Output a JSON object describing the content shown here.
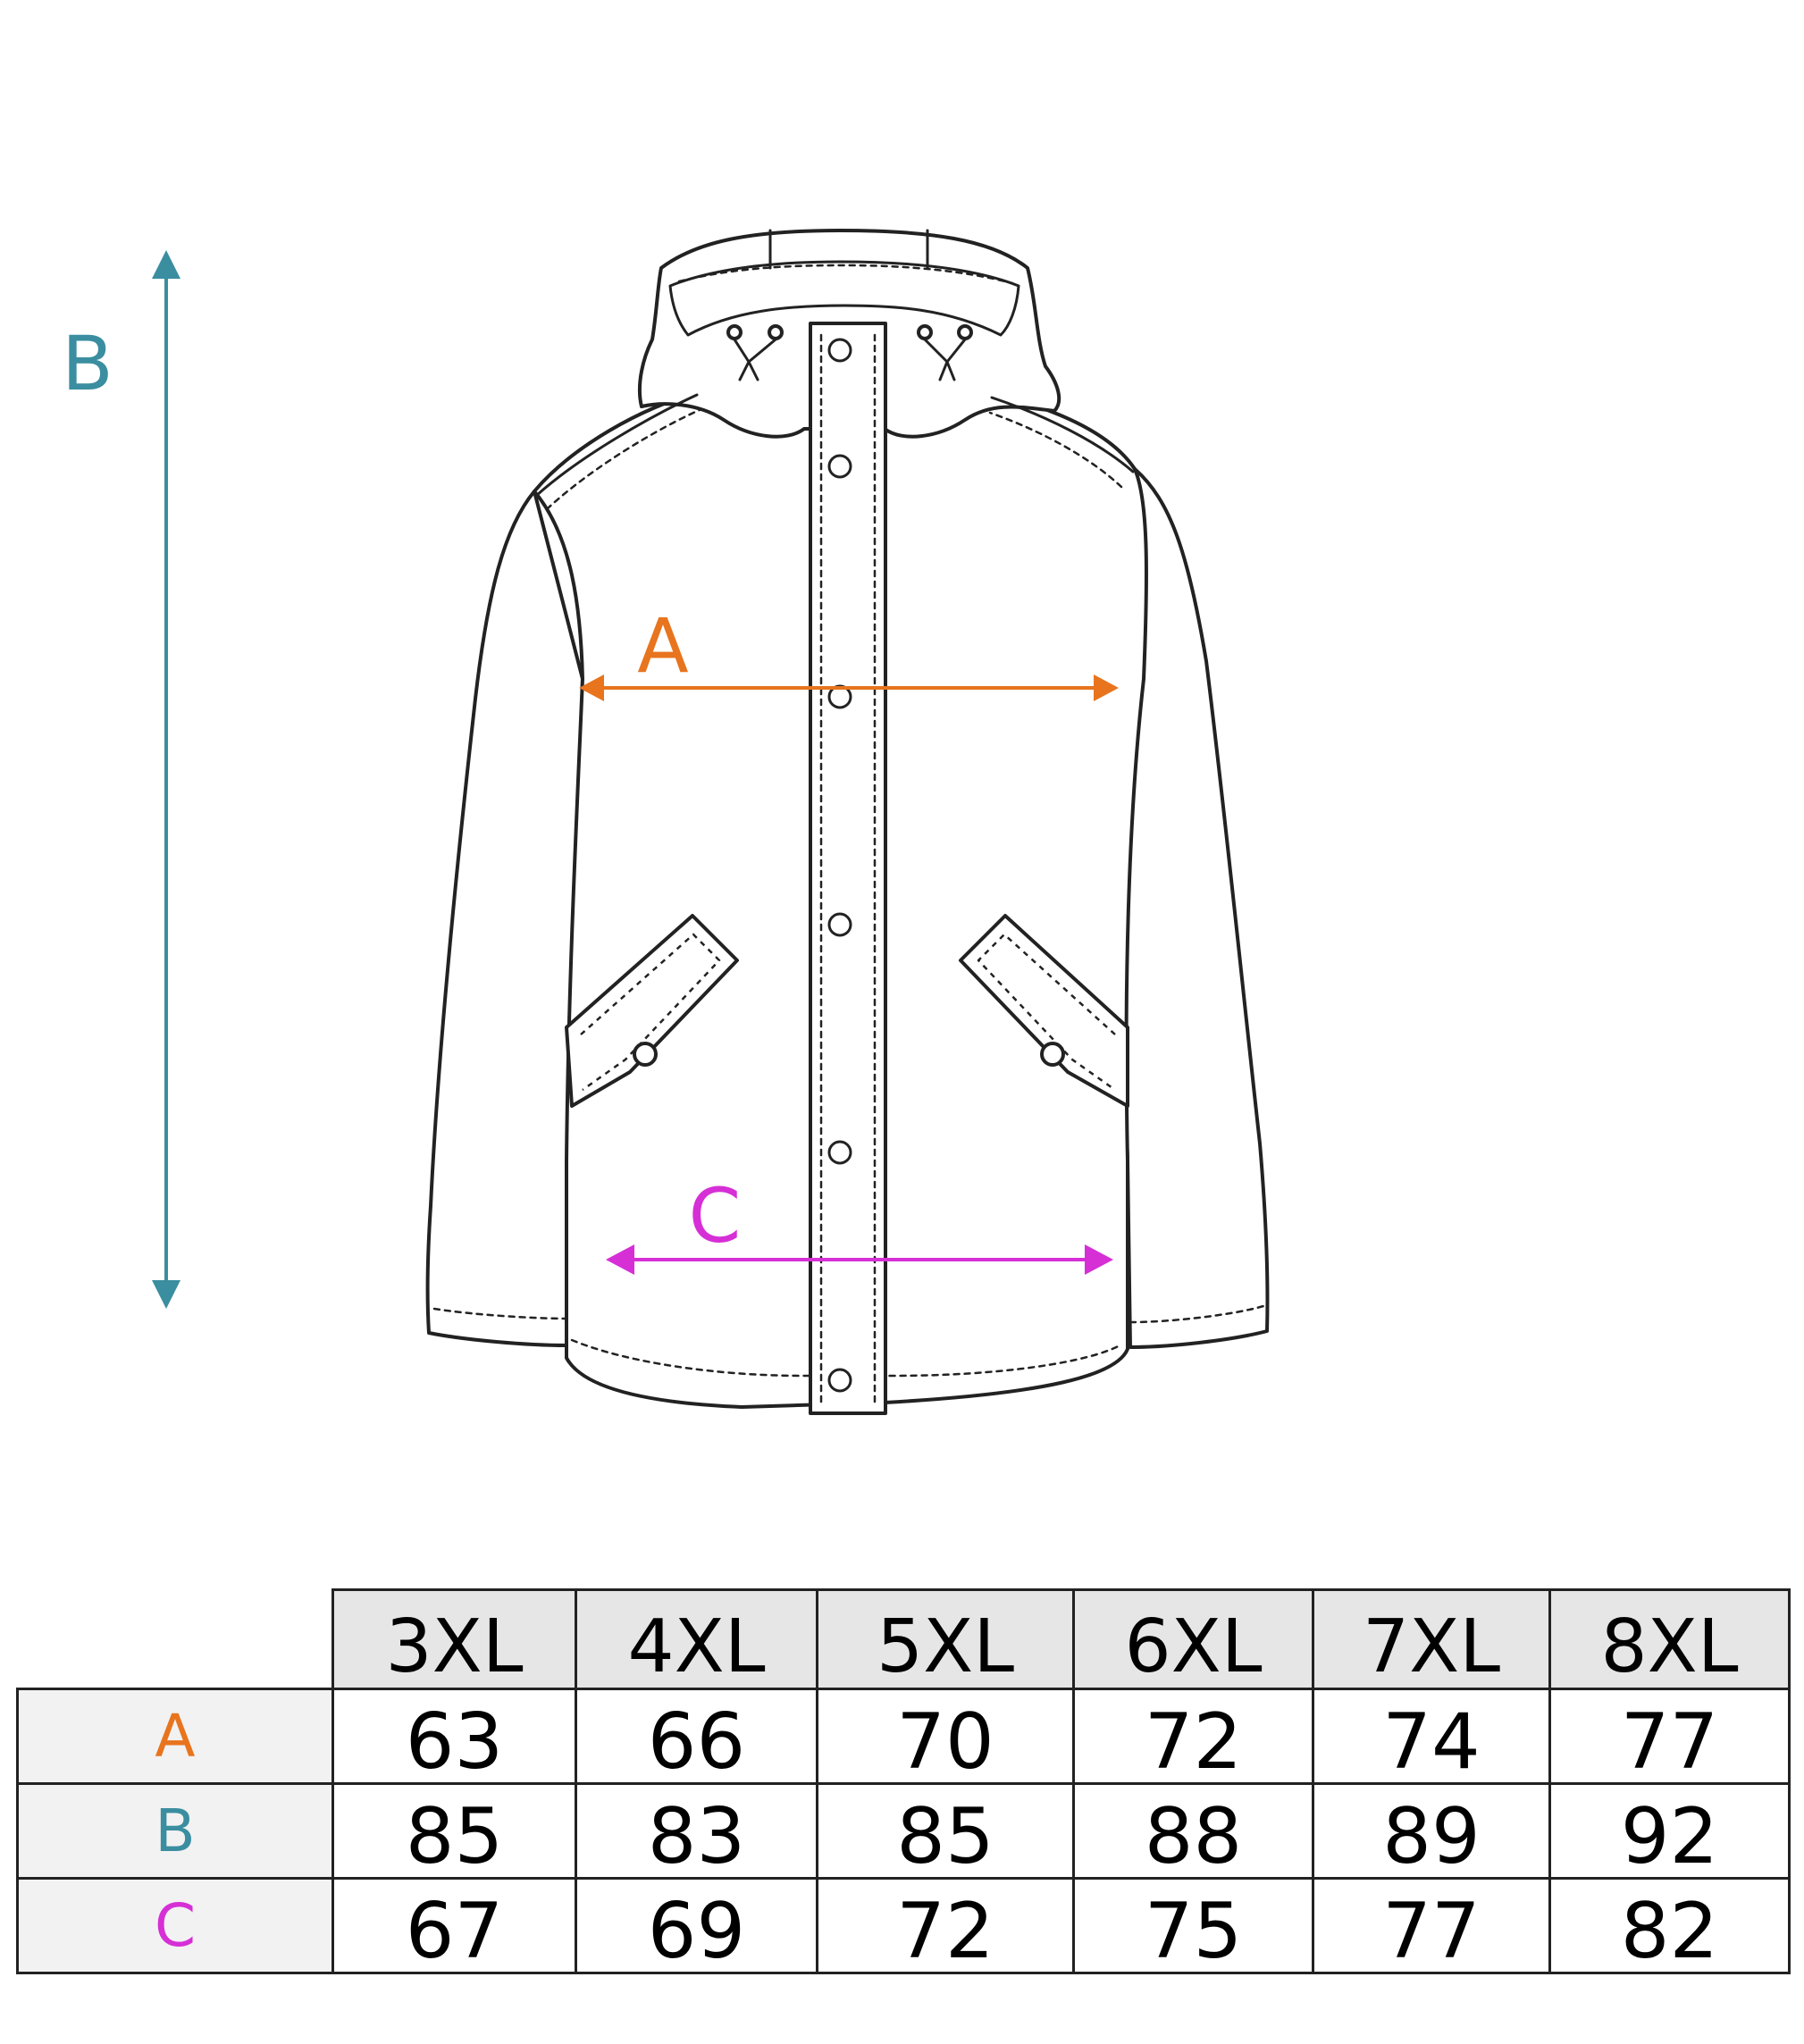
{
  "labels": {
    "width_label": "A",
    "length_label": "B",
    "hem_label": "C"
  },
  "colors": {
    "a": "#e8741e",
    "b": "#3a8ea0",
    "c": "#d62fd6",
    "outline": "#222222"
  },
  "table": {
    "sizes": [
      "3XL",
      "4XL",
      "5XL",
      "6XL",
      "7XL",
      "8XL"
    ],
    "rows": [
      {
        "label": "A",
        "values": [
          "63",
          "66",
          "70",
          "72",
          "74",
          "77"
        ]
      },
      {
        "label": "B",
        "values": [
          "85",
          "83",
          "85",
          "88",
          "89",
          "92"
        ]
      },
      {
        "label": "C",
        "values": [
          "67",
          "69",
          "72",
          "75",
          "77",
          "82"
        ]
      }
    ]
  }
}
